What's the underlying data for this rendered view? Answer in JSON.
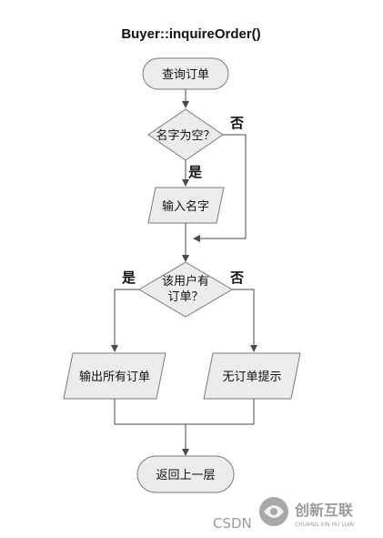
{
  "diagram": {
    "title": "Buyer::inquireOrder()",
    "nodes": {
      "start": "查询订单",
      "check_name": "名字为空？",
      "input_name": "输入名字",
      "check_orders_line1": "该用户有",
      "check_orders_line2": "订单？",
      "output_all": "输出所有订单",
      "no_orders": "无订单提示",
      "end": "返回上一层"
    },
    "branches": {
      "name_yes": "是",
      "name_no": "否",
      "orders_yes": "是",
      "orders_no": "否"
    }
  },
  "watermark": {
    "source": "CSDN",
    "brand": "创新互联",
    "brand_sub": "CHUANG XIN HU LIAN"
  },
  "colors": {
    "shape_fill": "#ececec",
    "shape_stroke": "#7a7a7a",
    "edge": "#4a4a4a",
    "watermark": "#8a8a8a"
  }
}
